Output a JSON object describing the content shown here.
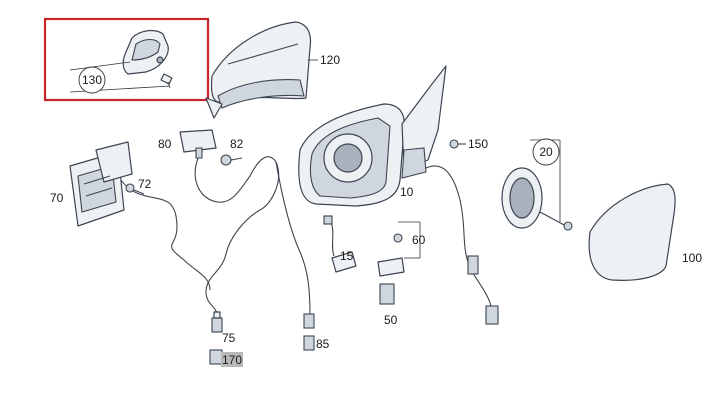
{
  "labels": {
    "p10": "10",
    "p15": "15",
    "p20": "20",
    "p50": "50",
    "p60": "60",
    "p70": "70",
    "p72": "72",
    "p75": "75",
    "p80": "80",
    "p82": "82",
    "p85": "85",
    "p100": "100",
    "p120": "120",
    "p130": "130",
    "p150": "150",
    "p170": "170"
  },
  "colors": {
    "highlight_box": "#c8242b",
    "line": "#3d4550",
    "label_170_bg": "#b9b9b9"
  }
}
